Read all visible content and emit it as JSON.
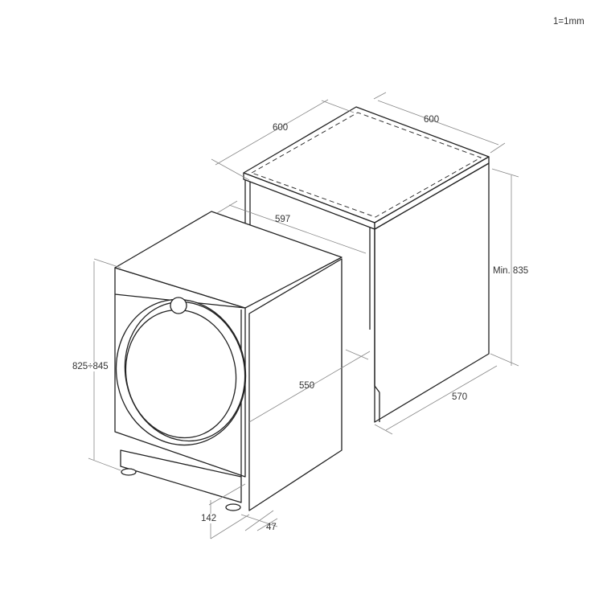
{
  "scale_note": "1=1mm",
  "dimensions": {
    "cabinet_width": "600",
    "cabinet_depth": "600",
    "machine_width": "597",
    "cabinet_min_height": "Min. 835",
    "cabinet_inner_depth": "570",
    "machine_depth": "550",
    "machine_height": "825÷845",
    "plinth_height": "142",
    "foot_offset": "47"
  }
}
